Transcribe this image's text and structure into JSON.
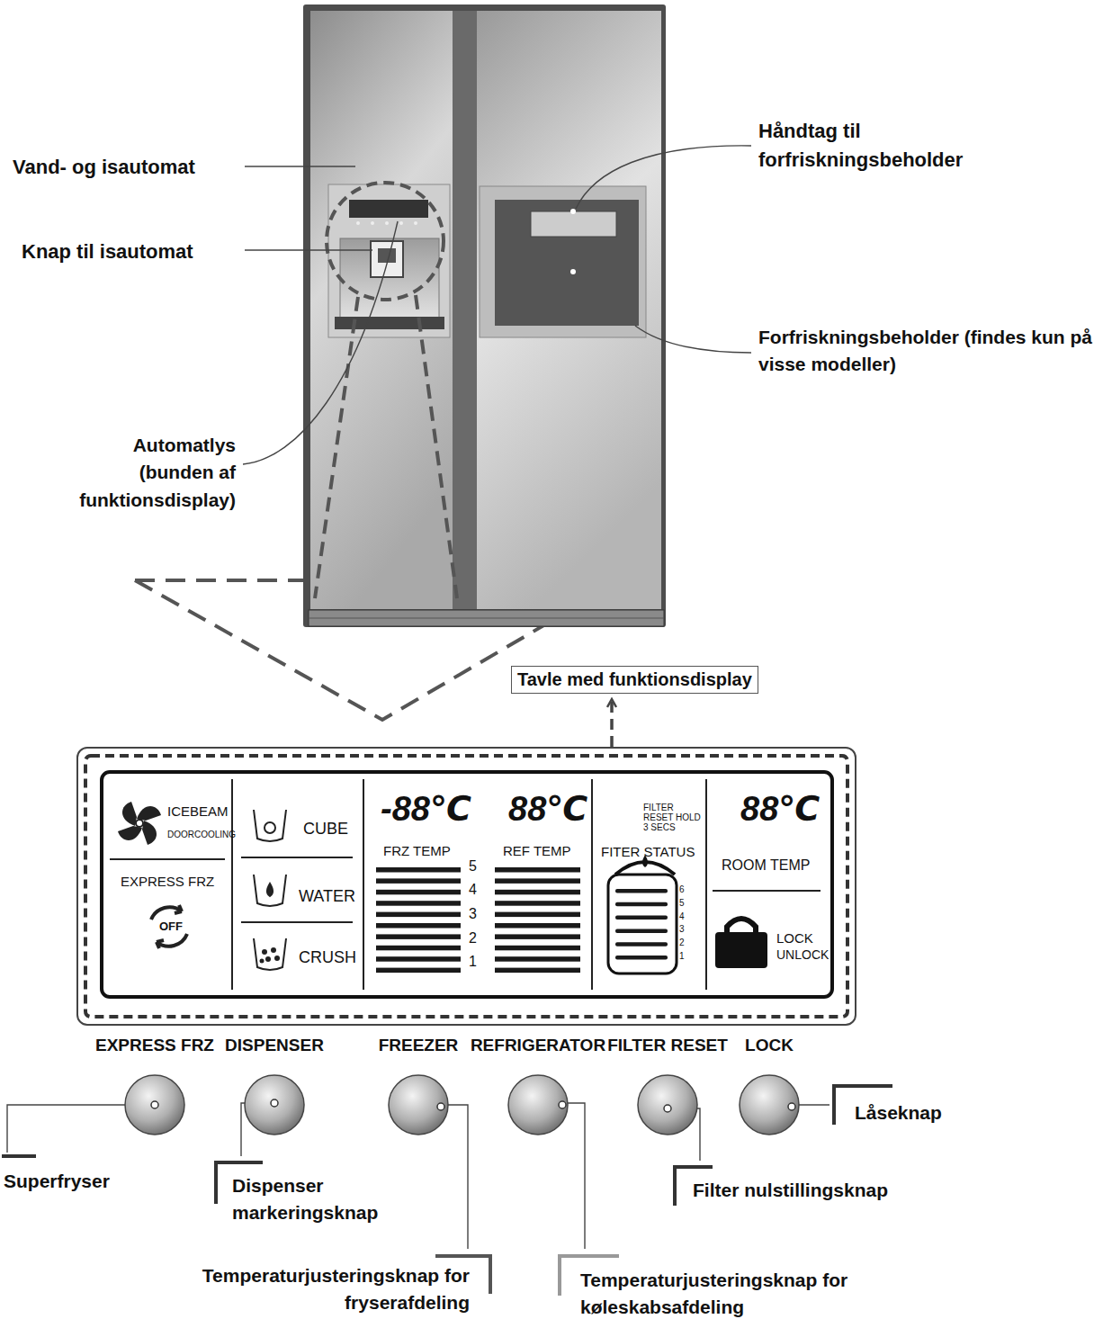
{
  "diagram": {
    "nodes": [
      {
        "text": [
          "Tavle med funktionsdisplay"
        ]
      },
      {
        "text": [
          "ICEBEAM",
          "DOORCOOLING",
          "EXPRESS FRZ",
          "OFF",
          "CUBE",
          "WATER",
          "CRUSH",
          "-88℃",
          "FRZ TEMP",
          "88℃",
          "REF TEMP",
          "5",
          "4",
          "3",
          "2",
          "1",
          "FILTER RESET HOLD 3 SECS",
          "FITER STATUS",
          "6",
          "5",
          "4",
          "3",
          "2",
          "1",
          "88℃",
          "ROOM TEMP",
          "LOCK",
          "UNLOCK"
        ]
      },
      {
        "text": [
          "EXPRESS FRZ"
        ]
      },
      {
        "text": [
          "DISPENSER"
        ]
      },
      {
        "text": [
          "FREEZER"
        ]
      },
      {
        "text": [
          "REFRIGERATOR"
        ]
      },
      {
        "text": [
          "FILTER RESET"
        ]
      },
      {
        "text": [
          "LOCK"
        ]
      }
    ],
    "edges": [
      {
        "from": 1,
        "to": 0,
        "arrow": "to"
      }
    ],
    "labels": [
      "Vand- og isautomat",
      "Knap til isautomat",
      "Automatlys (bunden af funktionsdisplay)",
      "Håndtag til forfriskningsbeholder",
      "Forfriskningsbeholder (findes kun på visse modeller)",
      "Superfryser",
      "Dispenser markeringsknap",
      "Temperaturjusteringsknap for fryserafdeling",
      "Temperaturjusteringsknap for køleskabsafdeling",
      "Filter nulstillingsknap",
      "Låseknap"
    ]
  }
}
